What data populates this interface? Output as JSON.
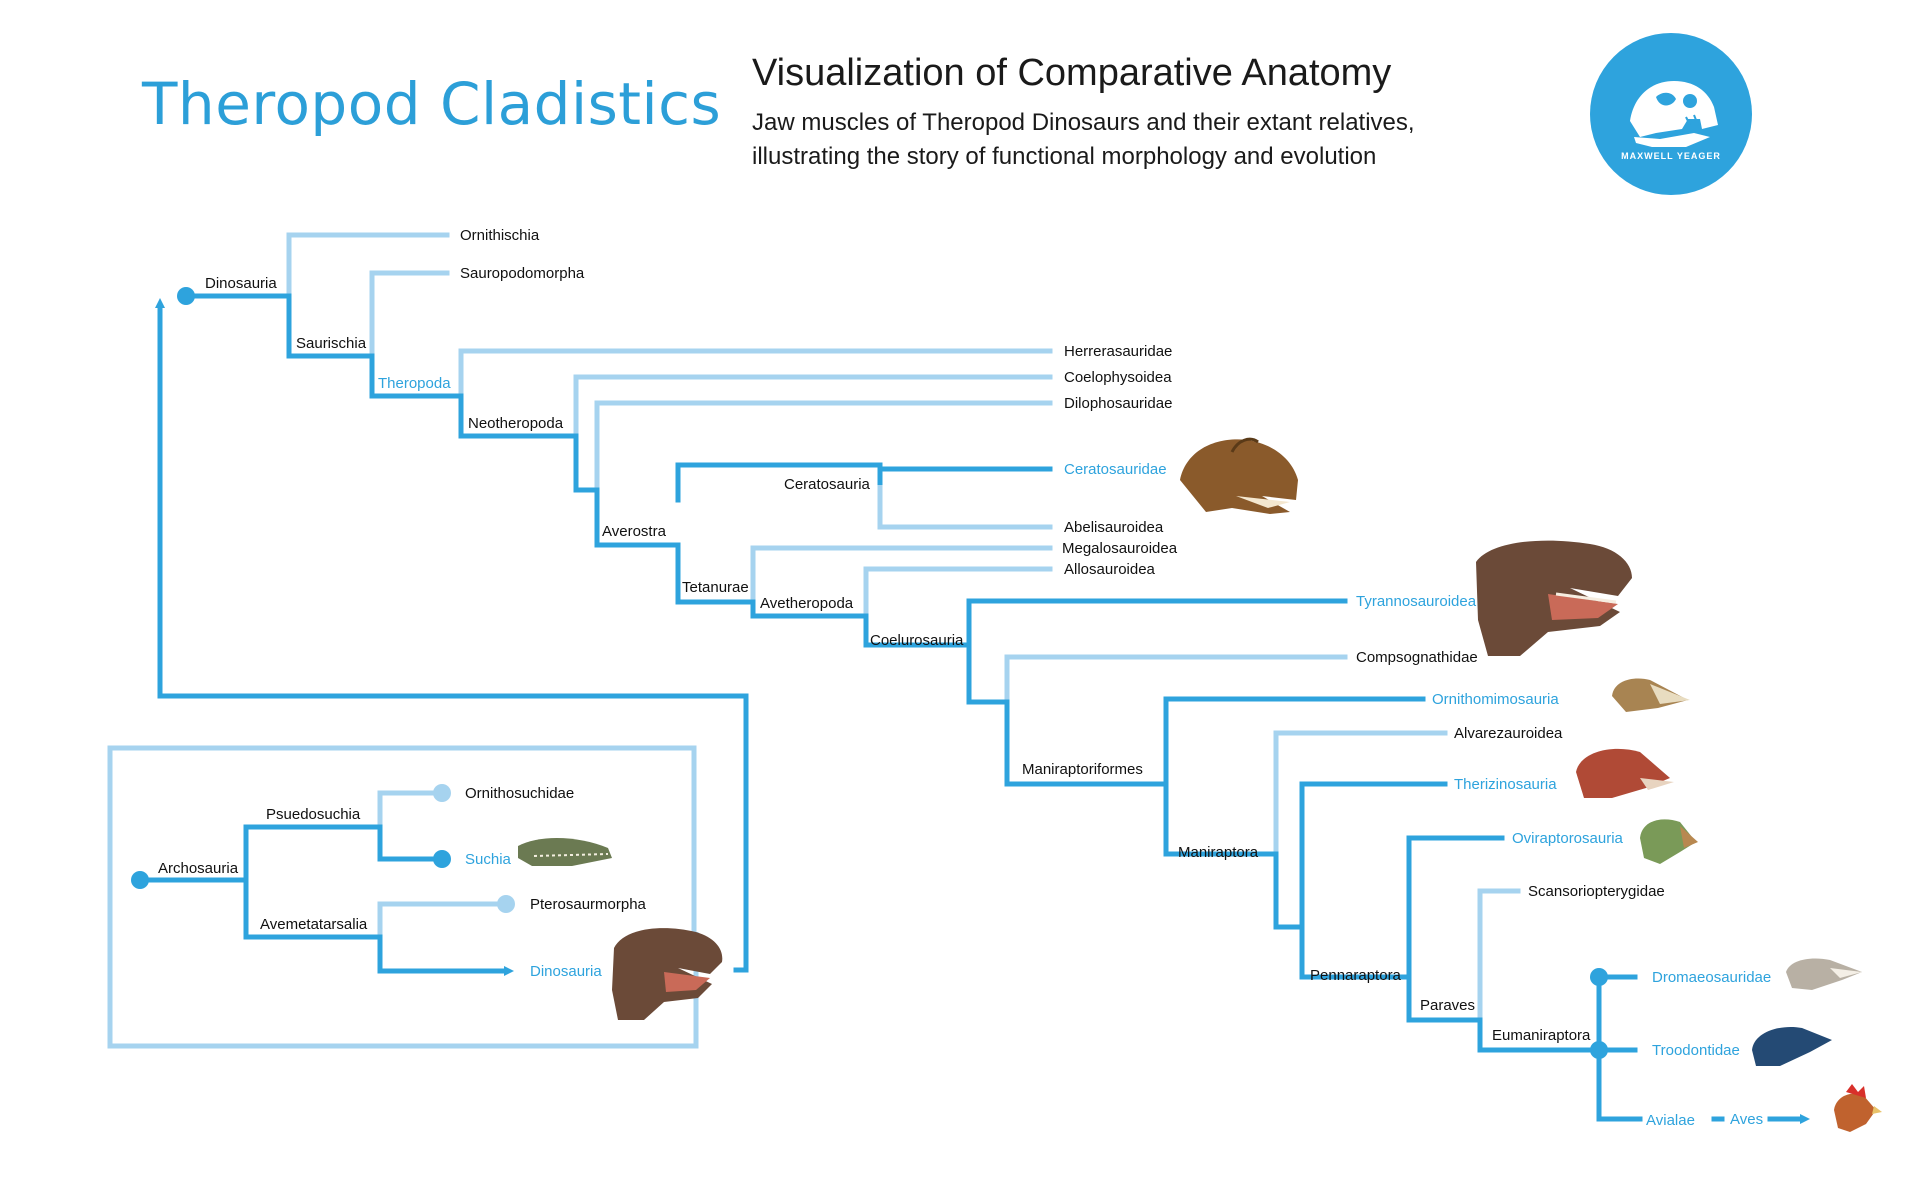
{
  "header": {
    "title": "Theropod Cladistics",
    "subtitle": "Visualization of Comparative Anatomy",
    "description_line1": "Jaw muscles of Theropod Dinosaurs and their extant relatives,",
    "description_line2": "illustrating the story of functional morphology and evolution"
  },
  "badge": {
    "author": "MAXWELL YEAGER",
    "icon": "dinosaur-skull-icon"
  },
  "colors": {
    "dark_blue": "#2ea3dd",
    "light_blue": "#a6d3ef",
    "highlight_text": "#2ea3dd",
    "text": "#111111"
  },
  "nodes": {
    "dinosauria": "Dinosauria",
    "saurischia": "Saurischia",
    "theropoda": "Theropoda",
    "neotheropoda": "Neotheropoda",
    "averostra": "Averostra",
    "ceratosauria": "Ceratosauria",
    "tetanurae": "Tetanurae",
    "avetheropoda": "Avetheropoda",
    "coelurosauria": "Coelurosauria",
    "maniraptoriformes": "Maniraptoriformes",
    "maniraptora": "Maniraptora",
    "pennaraptora": "Pennaraptora",
    "paraves": "Paraves",
    "eumaniraptora": "Eumaniraptora"
  },
  "tips": {
    "ornithischia": "Ornithischia",
    "sauropodomorpha": "Sauropodomorpha",
    "herrerasauridae": "Herrerasauridae",
    "coelophysoidea": "Coelophysoidea",
    "dilophosauridae": "Dilophosauridae",
    "ceratosauridae": "Ceratosauridae",
    "abelisauroidea": "Abelisauroidea",
    "megalosauroidea": "Megalosauroidea",
    "allosauroidea": "Allosauroidea",
    "tyrannosauroidea": "Tyrannosauroidea",
    "compsognathidae": "Compsognathidae",
    "ornithomimosauria": "Ornithomimosauria",
    "alvarezauroidea": "Alvarezauroidea",
    "therizinosauria": "Therizinosauria",
    "oviraptorosauria": "Oviraptorosauria",
    "scansoriopterygidae": "Scansoriopterygidae",
    "dromaeosauridae": "Dromaeosauridae",
    "troodontidae": "Troodontidae",
    "avialae": "Avialae",
    "aves": "Aves"
  },
  "inset": {
    "archosauria": "Archosauria",
    "psuedosuchia": "Psuedosuchia",
    "avemetatarsalia": "Avemetatarsalia",
    "ornithosuchidae": "Ornithosuchidae",
    "suchia": "Suchia",
    "pterosaurmorpha": "Pterosaurmorpha",
    "dinosauria": "Dinosauria"
  },
  "heads": [
    "ceratosaurus-head-icon",
    "tyrannosaur-head-icon",
    "ornithomimid-head-icon",
    "therizinosaur-head-icon",
    "oviraptorosaur-head-icon",
    "dromaeosaur-head-icon",
    "troodontid-head-icon",
    "chicken-head-icon",
    "crocodile-head-icon",
    "dinosaur-head-icon"
  ]
}
